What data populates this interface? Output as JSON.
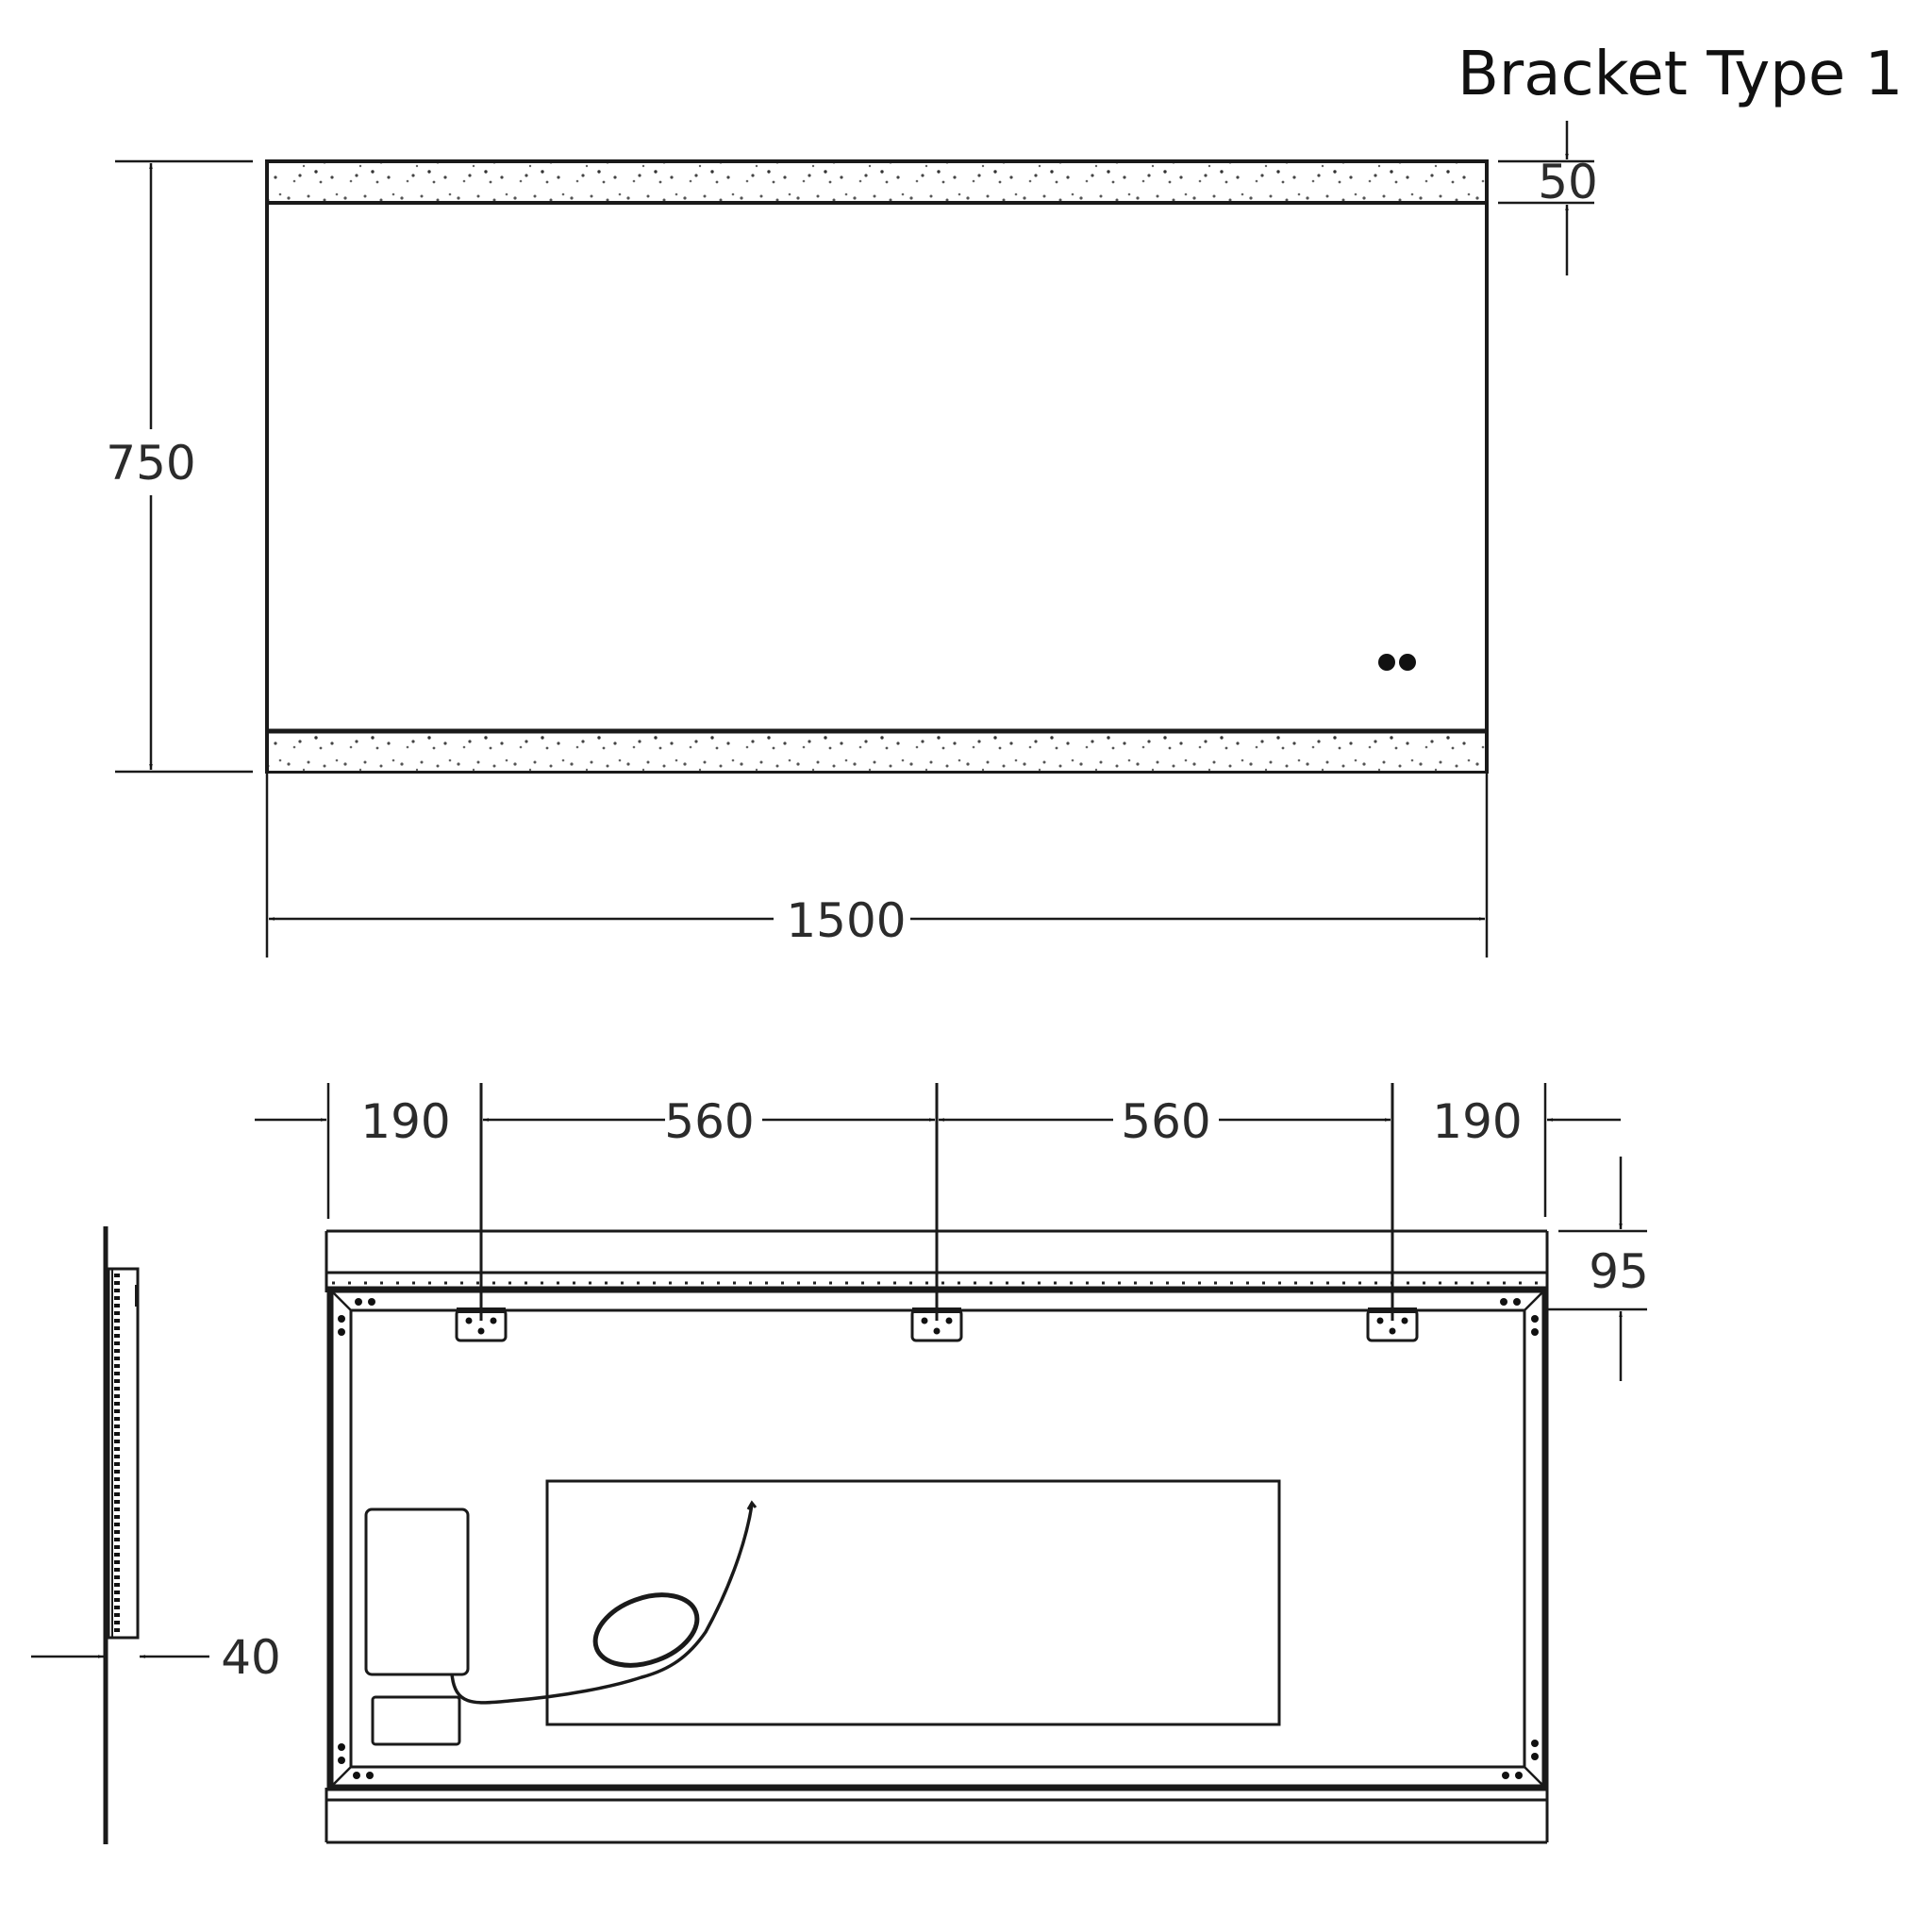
{
  "title": "Bracket Type 1",
  "front_view": {
    "height_label": "750",
    "width_label": "1500",
    "light_strip_label": "50",
    "switch_icon": "touch-sensor-dots"
  },
  "rear_view": {
    "bracket_spacing": [
      "190",
      "560",
      "560",
      "190"
    ],
    "bracket_offset_label": "95",
    "bracket_count": 3
  },
  "side_view": {
    "depth_label": "40"
  },
  "colors": {
    "line": "#1a1a1a",
    "text": "#2b2b2b",
    "background": "#ffffff"
  }
}
